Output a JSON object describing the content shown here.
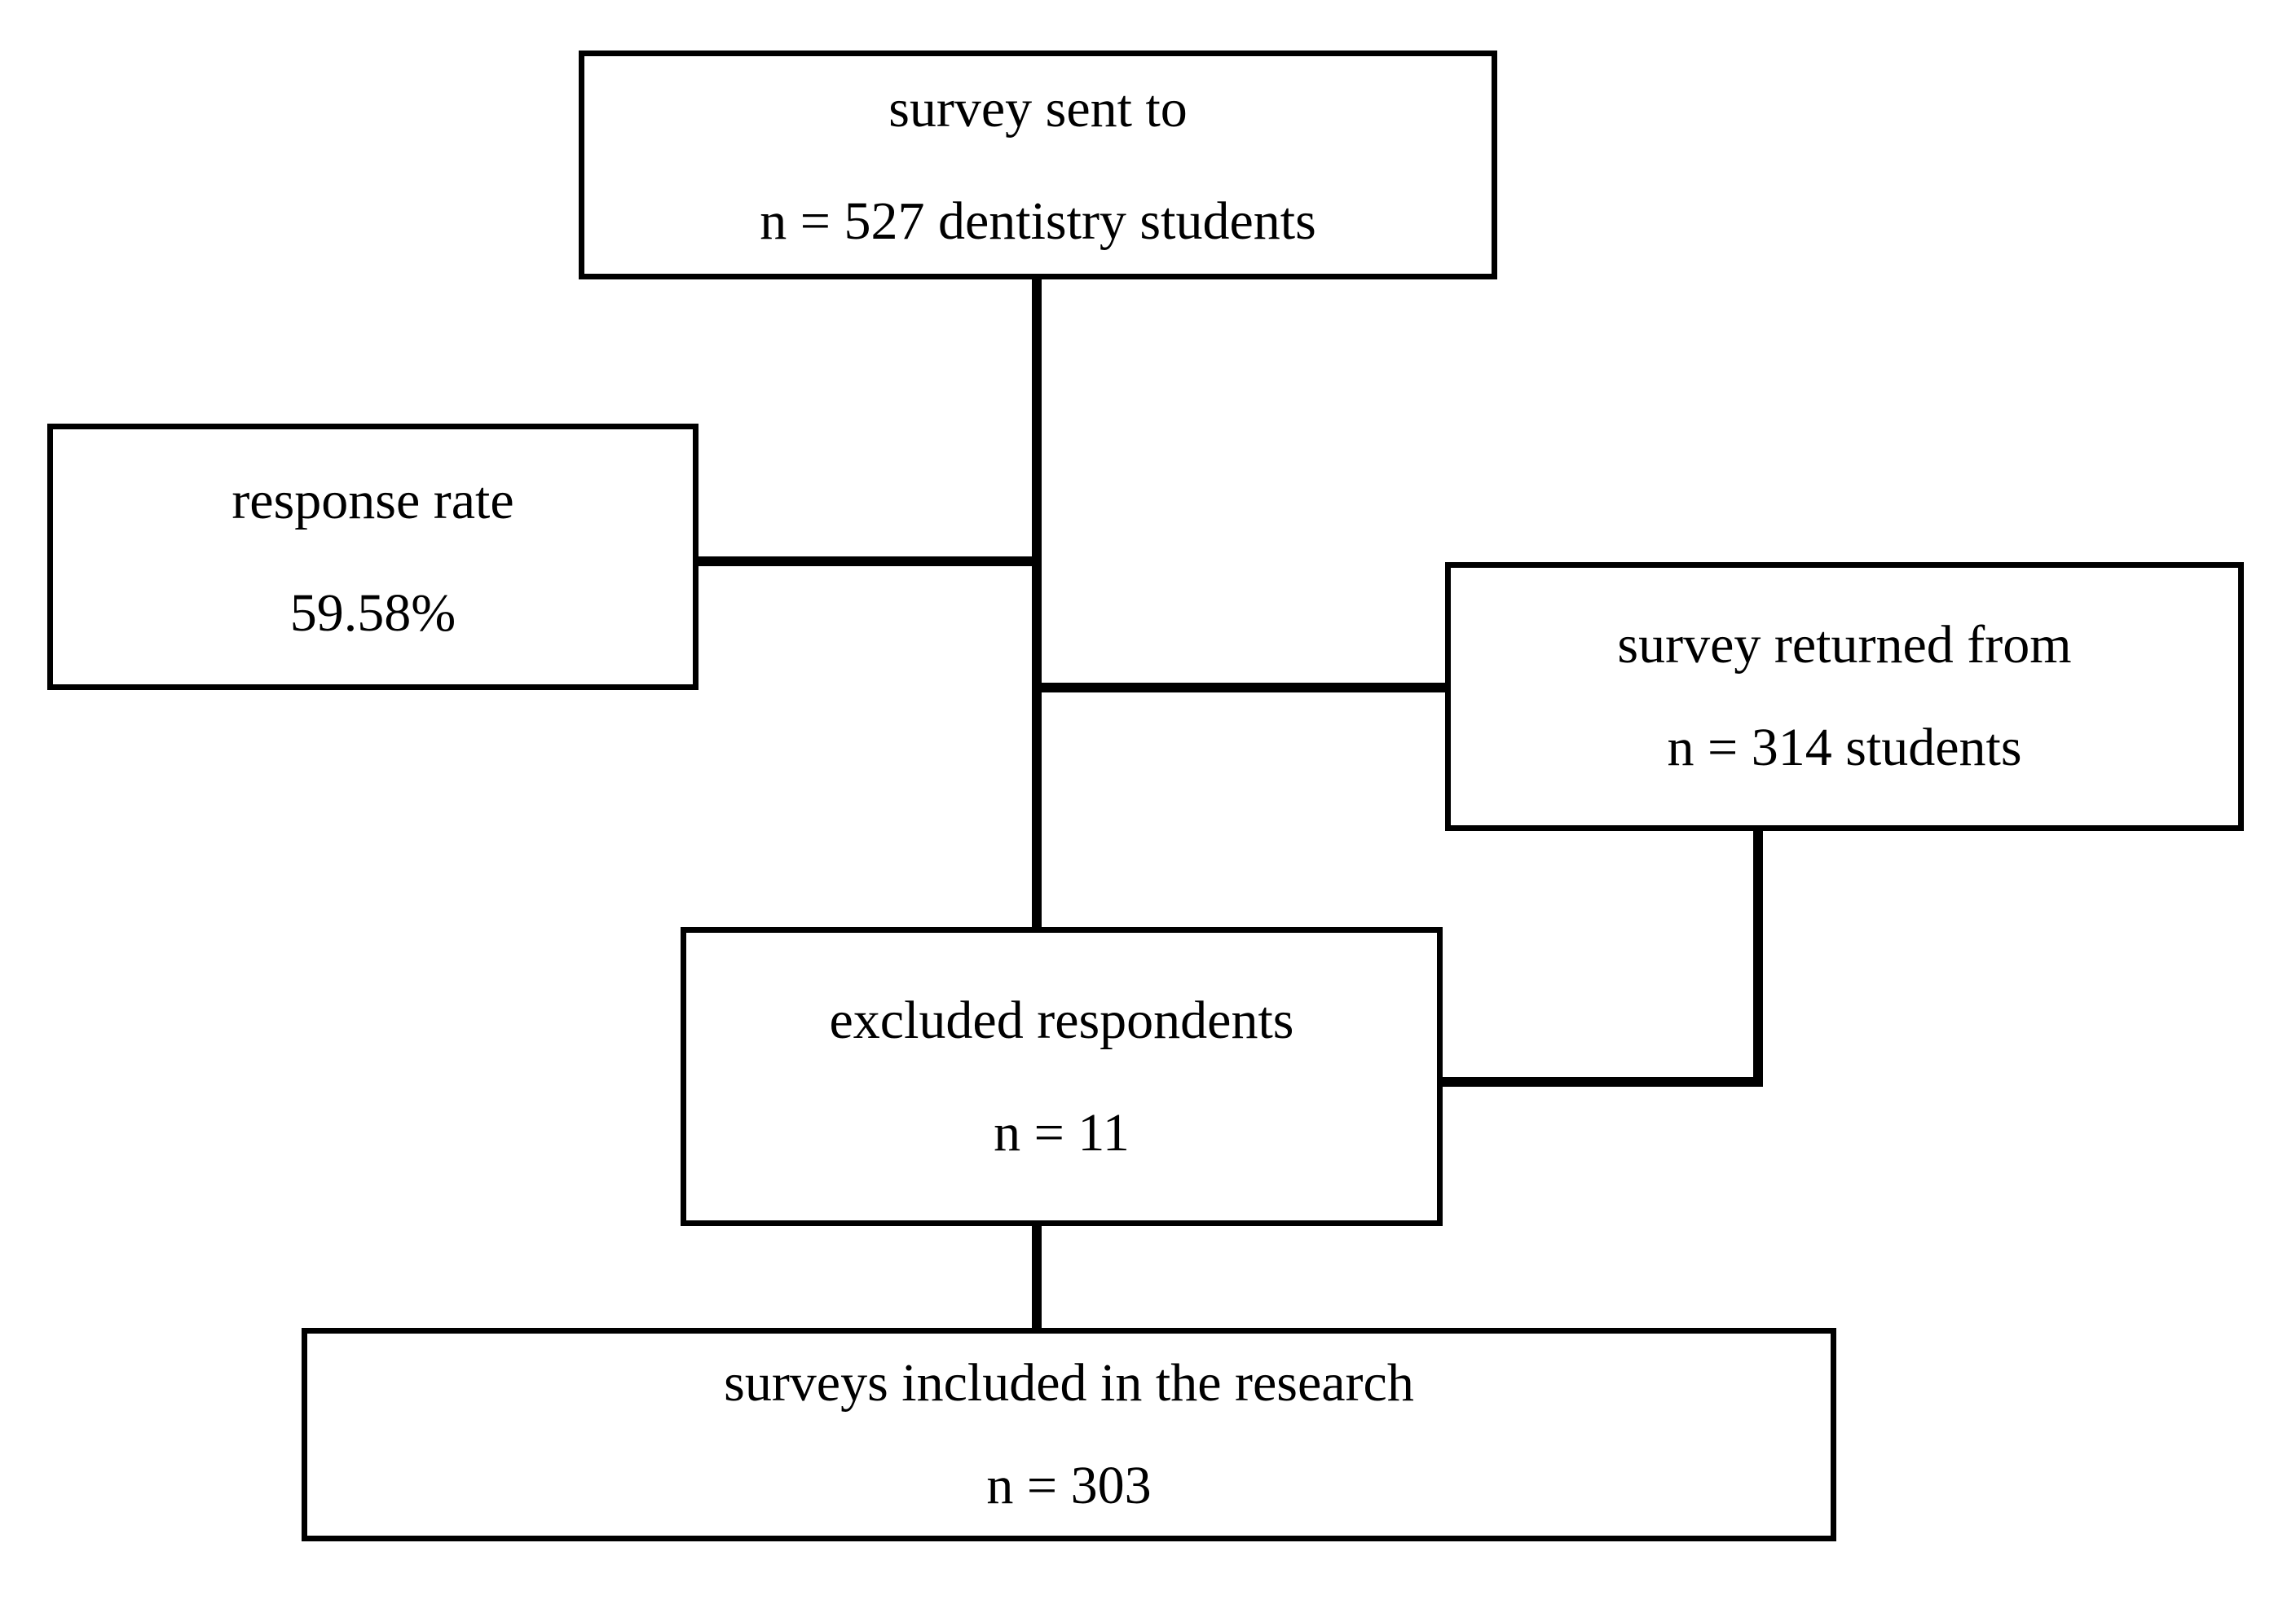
{
  "diagram": {
    "title": "survey flow diagram",
    "stroke_color": "#000000",
    "background_color": "#ffffff",
    "nodes": {
      "sent": {
        "line1": "survey sent to",
        "line2": "n = 527 dentistry students",
        "n": 527
      },
      "response_rate": {
        "line1": "response rate",
        "line2": "59.58%",
        "value": 59.58
      },
      "returned": {
        "line1": "survey returned from",
        "line2": "n = 314 students",
        "n": 314
      },
      "excluded": {
        "line1": "excluded respondents",
        "line2": "n = 11",
        "n": 11
      },
      "included": {
        "line1": "surveys included in the research",
        "line2": "n = 303",
        "n": 303
      }
    },
    "edges": [
      {
        "name": "sent-to-spine"
      },
      {
        "name": "spine-to-response-rate"
      },
      {
        "name": "spine-to-returned"
      },
      {
        "name": "spine-to-excluded"
      },
      {
        "name": "returned-to-excluded"
      },
      {
        "name": "excluded-to-included"
      }
    ]
  }
}
